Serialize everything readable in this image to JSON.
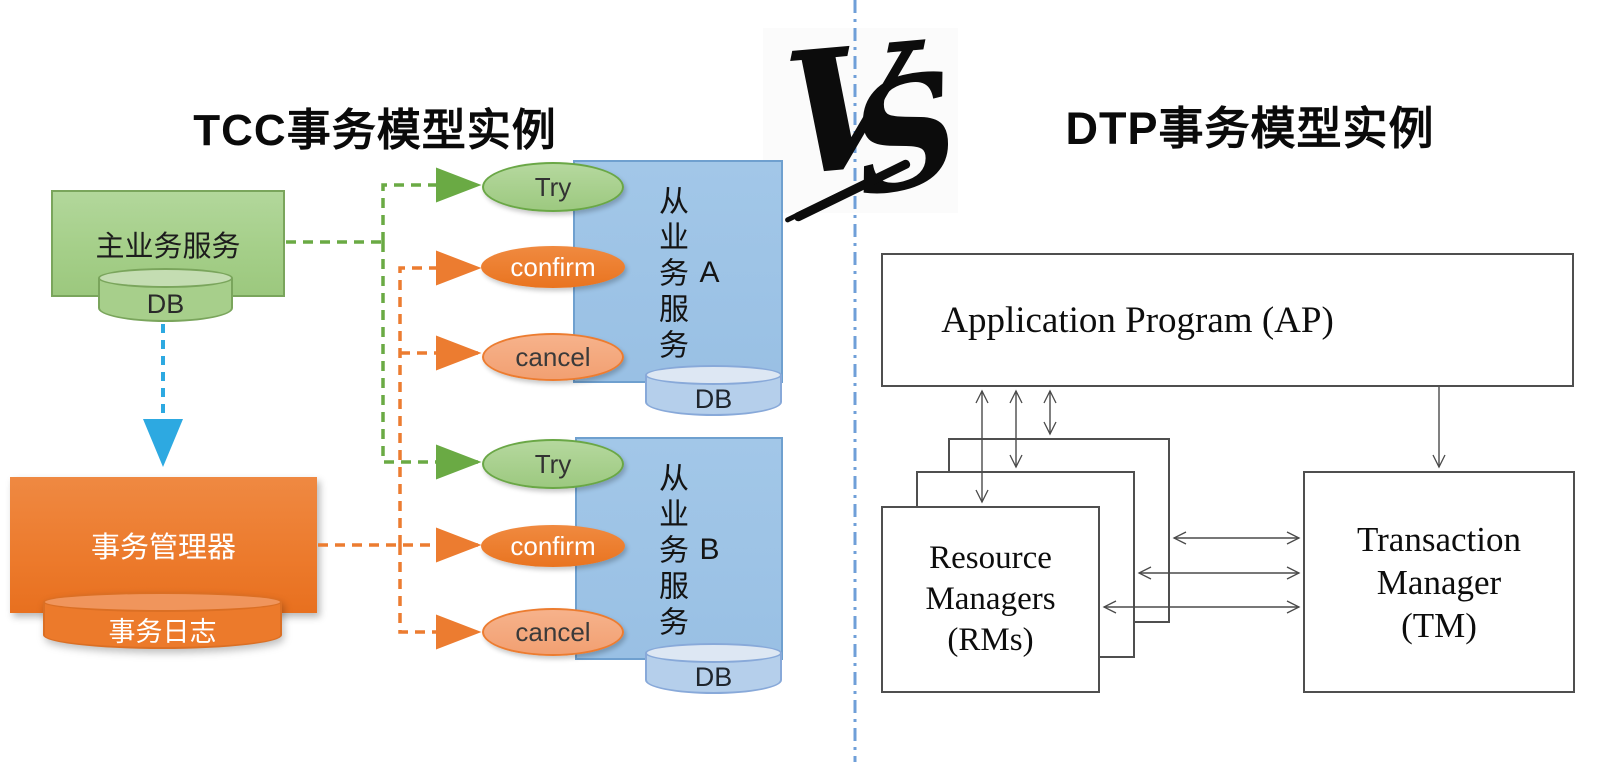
{
  "left": {
    "title": "TCC事务模型实例",
    "main_service_label": "主业务服务",
    "main_db_label": "DB",
    "tx_manager_label": "事务管理器",
    "tx_log_label": "事务日志",
    "group_a": {
      "service_label": "从业务服务A",
      "try_label": "Try",
      "confirm_label": "confirm",
      "cancel_label": "cancel",
      "db_label": "DB"
    },
    "group_b": {
      "service_label": "从业务服务B",
      "try_label": "Try",
      "confirm_label": "confirm",
      "cancel_label": "cancel",
      "db_label": "DB"
    }
  },
  "versus": {
    "v": "V",
    "s": "S"
  },
  "right": {
    "title": "DTP事务模型实例",
    "ap_label": "Application Program (AP)",
    "rm_lines": [
      "Resource",
      "Managers",
      "(RMs)"
    ],
    "tm_lines": [
      "Transaction",
      "Manager",
      "(TM)"
    ]
  },
  "colors": {
    "green": "#70ad47",
    "green_fill": "#a9d08e",
    "orange": "#ed7d31",
    "cancel_fill": "#f5a97e",
    "blue_box_fill": "#9dc3e6",
    "blue_cyl_fill": "#b6d0eb",
    "link_blue": "#2da9e1",
    "divider_blue": "#6f9fd8",
    "line_gray": "#4a4a4a"
  }
}
